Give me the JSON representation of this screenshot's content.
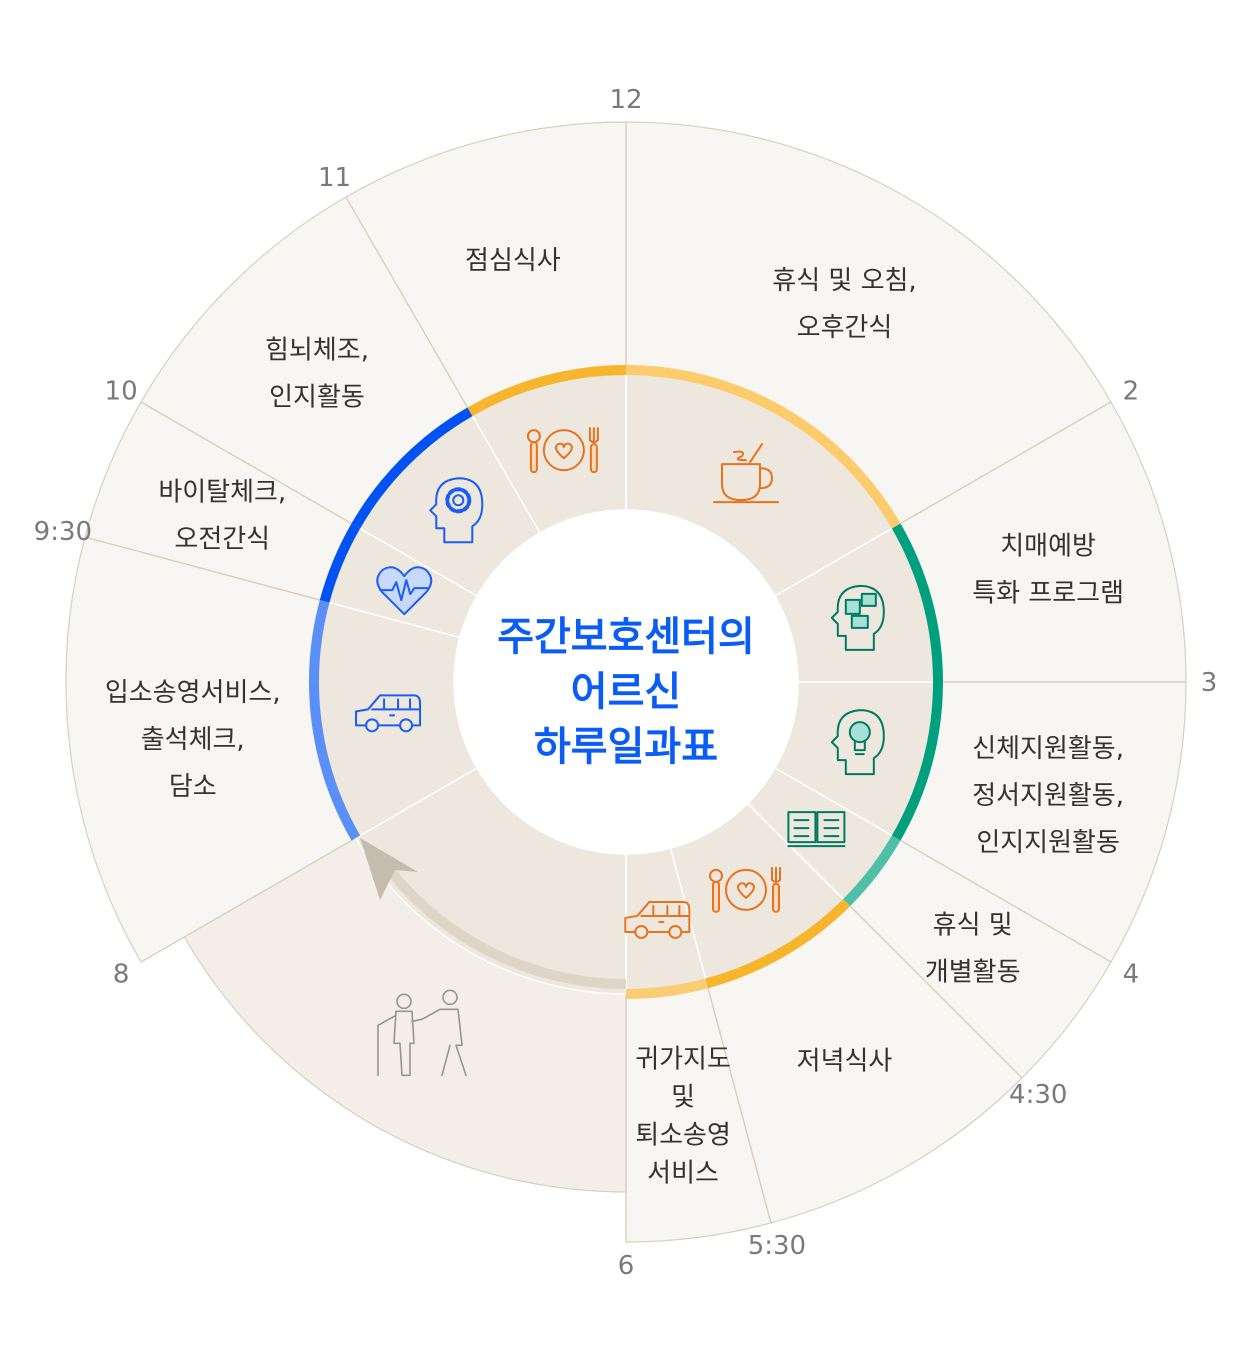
{
  "title": {
    "lines": [
      "주간보호센터의",
      "어르신",
      "하루일과표"
    ],
    "color": "#0a5cf5"
  },
  "hour_marks": [
    {
      "text": "12",
      "hour": 12
    },
    {
      "text": "11",
      "hour": 11
    },
    {
      "text": "10",
      "hour": 10
    },
    {
      "text": "9:30",
      "hour": 9.5
    },
    {
      "text": "8",
      "hour": 8
    },
    {
      "text": "6",
      "hour": 6
    },
    {
      "text": "5:30",
      "hour": 5.5
    },
    {
      "text": "4:30",
      "hour": 4.5
    },
    {
      "text": "4",
      "hour": 4
    },
    {
      "text": "3",
      "hour": 3
    },
    {
      "text": "2",
      "hour": 2
    }
  ],
  "segments": [
    {
      "start": 12,
      "end": 14,
      "label": [
        "휴식 및 오침,",
        "오후간식"
      ],
      "ring_color": "#fbcb6c",
      "icon": "coffee-cup-icon",
      "icon_color": "#e8731e"
    },
    {
      "start": 14,
      "end": 15,
      "label": [
        "치매예방",
        "특화 프로그램"
      ],
      "ring_color": "#00a07f",
      "icon": "puzzle-head-icon",
      "icon_color": "#007a64"
    },
    {
      "start": 15,
      "end": 16,
      "label": [
        "신체지원활동,",
        "정서지원활동,",
        "인지지원활동"
      ],
      "ring_color": "#00a07f",
      "icon": "lightbulb-head-icon",
      "icon_color": "#007a64"
    },
    {
      "start": 16,
      "end": 16.5,
      "label": [
        "휴식 및",
        "개별활동"
      ],
      "ring_color": "#4fbfa8",
      "icon": "open-book-icon",
      "icon_color": "#007a64"
    },
    {
      "start": 16.5,
      "end": 17.5,
      "label": [
        "저녁식사"
      ],
      "ring_color": "#f7b52d",
      "icon": "meal-icon",
      "icon_color": "#e8731e"
    },
    {
      "start": 17.5,
      "end": 18,
      "label": [
        "귀가지도",
        "및",
        "퇴소송영",
        "서비스"
      ],
      "ring_color": "#fbcd72",
      "icon": "van-icon",
      "icon_color": "#e8731e"
    },
    {
      "start": 18,
      "end": 20,
      "label": [],
      "ring_color": "",
      "icon": "elderly-walking-icon",
      "icon_color": "#9a948a"
    },
    {
      "start": 20,
      "end": 21.5,
      "label": [
        "입소송영서비스,",
        "출석체크,",
        "담소"
      ],
      "ring_color": "#5a8ff8",
      "icon": "van-icon",
      "icon_color": "#1a5cf5"
    },
    {
      "start": 21.5,
      "end": 22,
      "label": [
        "바이탈체크,",
        "오전간식"
      ],
      "ring_color": "#0052f5",
      "icon": "heartbeat-icon",
      "icon_color": "#1a5cf5"
    },
    {
      "start": 22,
      "end": 23,
      "label": [
        "힘뇌체조,",
        "인지활동"
      ],
      "ring_color": "#0052f5",
      "icon": "gear-head-icon",
      "icon_color": "#1a5cf5"
    },
    {
      "start": 23,
      "end": 24,
      "label": [
        "점심식사"
      ],
      "ring_color": "#f7b52d",
      "icon": "meal-icon",
      "icon_color": "#e8731e"
    }
  ],
  "colors": {
    "outer_fill": "#f7f6f2",
    "walk_fill": "#f3efe8",
    "outer_line": "#d8cfbf",
    "inner_fill": "#ede7dd",
    "return_arrow": "#ddd5c5",
    "arrow_head": "#c4bcae"
  }
}
